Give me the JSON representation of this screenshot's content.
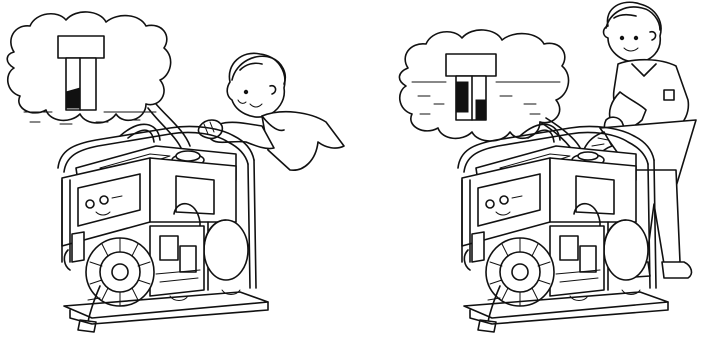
{
  "illustration": {
    "panels": [
      {
        "id": "panel-left",
        "subject": "person-opening-fuel-cap"
      },
      {
        "id": "panel-right",
        "subject": "person-filling-fuel-with-funnel"
      }
    ],
    "colors": {
      "line": "#111111",
      "background": "#ffffff"
    }
  }
}
